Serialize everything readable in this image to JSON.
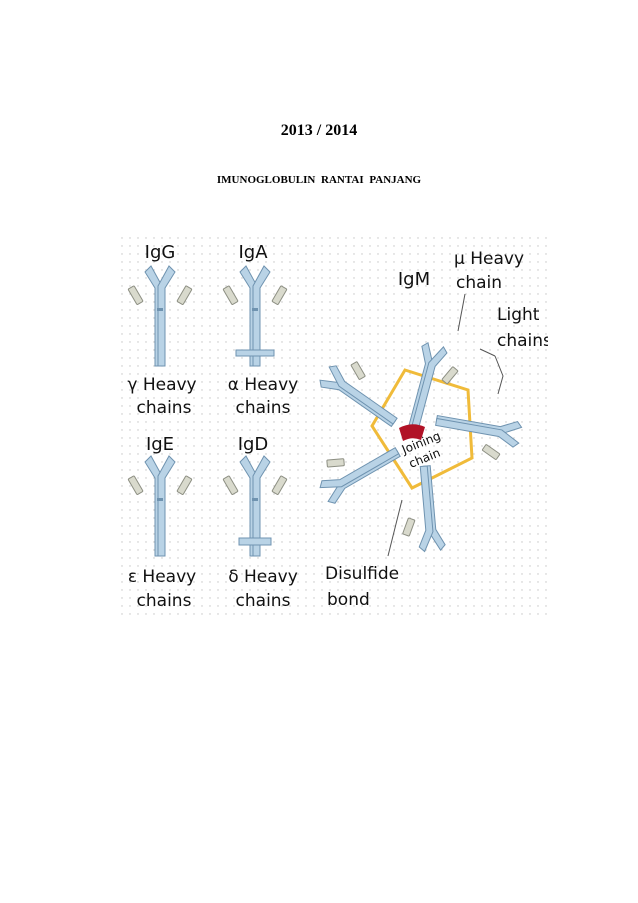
{
  "header": {
    "year": "2013 / 2014",
    "subtitle": "IMUNOGLOBULIN  RANTAI  PANJANG"
  },
  "figure": {
    "igg": {
      "name": "IgG",
      "chain_line1": "γ Heavy",
      "chain_line2": "chains"
    },
    "iga": {
      "name": "IgA",
      "chain_line1": "α Heavy",
      "chain_line2": "chains"
    },
    "ige": {
      "name": "IgE",
      "chain_line1": "ε Heavy",
      "chain_line2": "chains"
    },
    "igd": {
      "name": "IgD",
      "chain_line1": "δ Heavy",
      "chain_line2": "chains"
    },
    "igm": {
      "name": "IgM",
      "heavy_line1": "μ Heavy",
      "heavy_line2": "chain",
      "light_line1": "Light",
      "light_line2": "chains",
      "joining_line1": "Joining",
      "joining_line2": "chain",
      "disulfide_line1": "Disulfide",
      "disulfide_line2": "bond"
    }
  },
  "colors": {
    "heavy_chain": "#b9d3e6",
    "heavy_outline": "#6f93b0",
    "light_chain": "#d9dacd",
    "light_outline": "#8d8f83",
    "disulfide": "#f0bb3a",
    "joining_chain": "#b11226"
  }
}
